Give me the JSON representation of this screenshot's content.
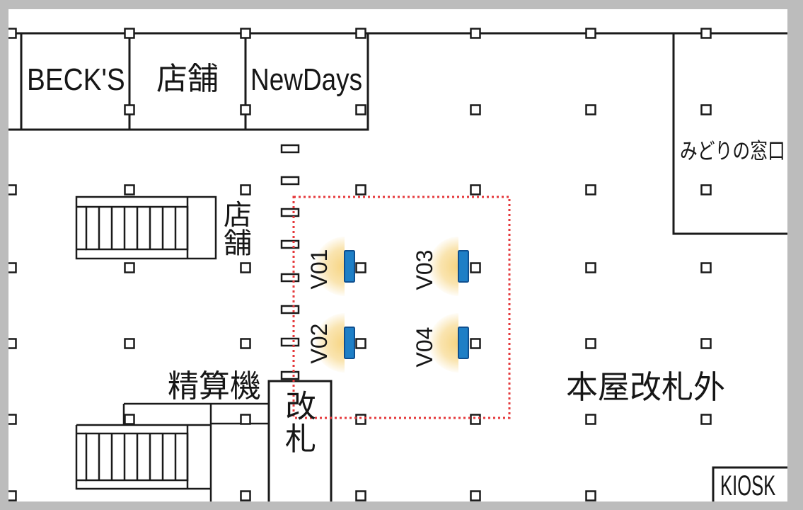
{
  "map": {
    "shops": [
      {
        "label": "BECK'S"
      },
      {
        "label": "店舗"
      },
      {
        "label": "NewDays"
      }
    ],
    "ticket_office": {
      "label": "みどりの窓口"
    },
    "side_shop": {
      "label": "店舗"
    },
    "fare_adjustment_machine": {
      "label": "精算機"
    },
    "ticket_gate": {
      "label": "改札"
    },
    "area": {
      "label": "本屋改札外"
    },
    "kiosk": {
      "label": "KIOSK"
    },
    "beacons": [
      {
        "id": "V01"
      },
      {
        "id": "V02"
      },
      {
        "id": "V03"
      },
      {
        "id": "V04"
      }
    ]
  },
  "colors": {
    "frame": "#bcbcbc",
    "line": "#1a1a1a",
    "text": "#161616",
    "beacon_fill": "#1e7fc6",
    "beacon_outline": "#0f4f8f",
    "beacon_glow": "#f6d27a",
    "coverage_zone": "#e5383b"
  }
}
